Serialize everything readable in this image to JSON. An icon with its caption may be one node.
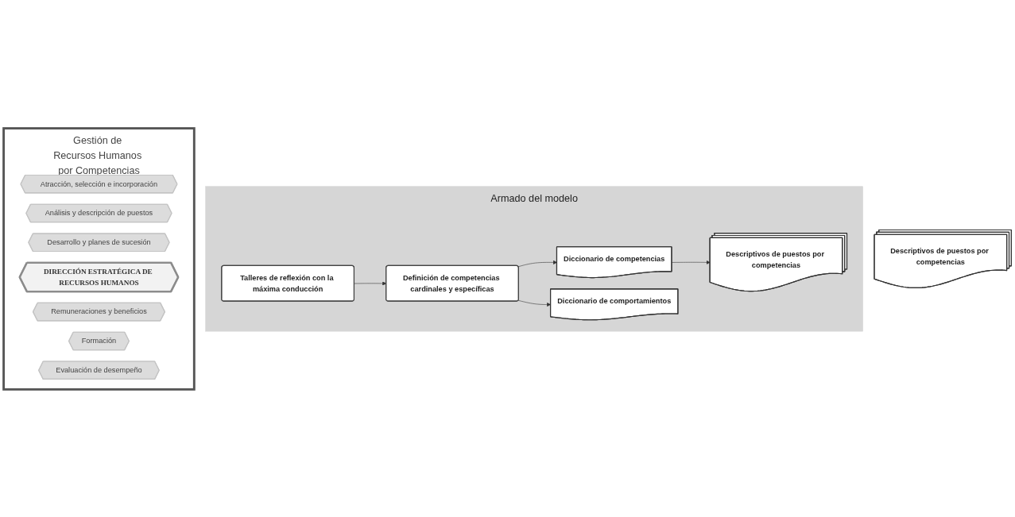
{
  "diagram": {
    "nodes": [
      {
        "text": [
          "Armado del modelo"
        ]
      },
      {
        "text": [
          "Talleres de reflexión con la máxima conducción"
        ],
        "in": 0
      },
      {
        "text": [
          "Definición de competencias cardinales y específicas"
        ],
        "in": 0
      },
      {
        "text": [
          "Diccionario de competencias"
        ],
        "in": 0
      },
      {
        "text": [
          "Diccionario de comportamientos"
        ],
        "in": 0
      },
      {
        "text": [
          "Descriptivos de puestos por competencias"
        ],
        "in": 0
      },
      {
        "text": [
          "Gestión de Recursos Humanos por Competencias"
        ]
      },
      {
        "text": [
          "Descriptivos de puestos por competencias"
        ]
      },
      {
        "text": [
          "Atracción, selección e incorporación"
        ],
        "in": 6
      },
      {
        "text": [
          "Análisis y descripción de puestos"
        ],
        "in": 6
      },
      {
        "text": [
          "Desarrollo y planes de sucesión"
        ],
        "in": 6
      },
      {
        "text": [
          "DIRECCIÓN ESTRATÉGICA DE RECURSOS HUMANOS"
        ],
        "in": 6
      },
      {
        "text": [
          "Remuneraciones y beneficios"
        ],
        "in": 6
      },
      {
        "text": [
          "Formación"
        ],
        "in": 6
      },
      {
        "text": [
          "Evaluación de desempeño"
        ],
        "in": 6
      }
    ],
    "edges": [
      {
        "from": 1,
        "to": 2,
        "arrow": "to"
      },
      {
        "from": 2,
        "to": 3,
        "arrow": "to"
      },
      {
        "from": 2,
        "to": 4,
        "arrow": "to"
      },
      {
        "from": 3,
        "to": 5,
        "arrow": "to"
      }
    ]
  }
}
